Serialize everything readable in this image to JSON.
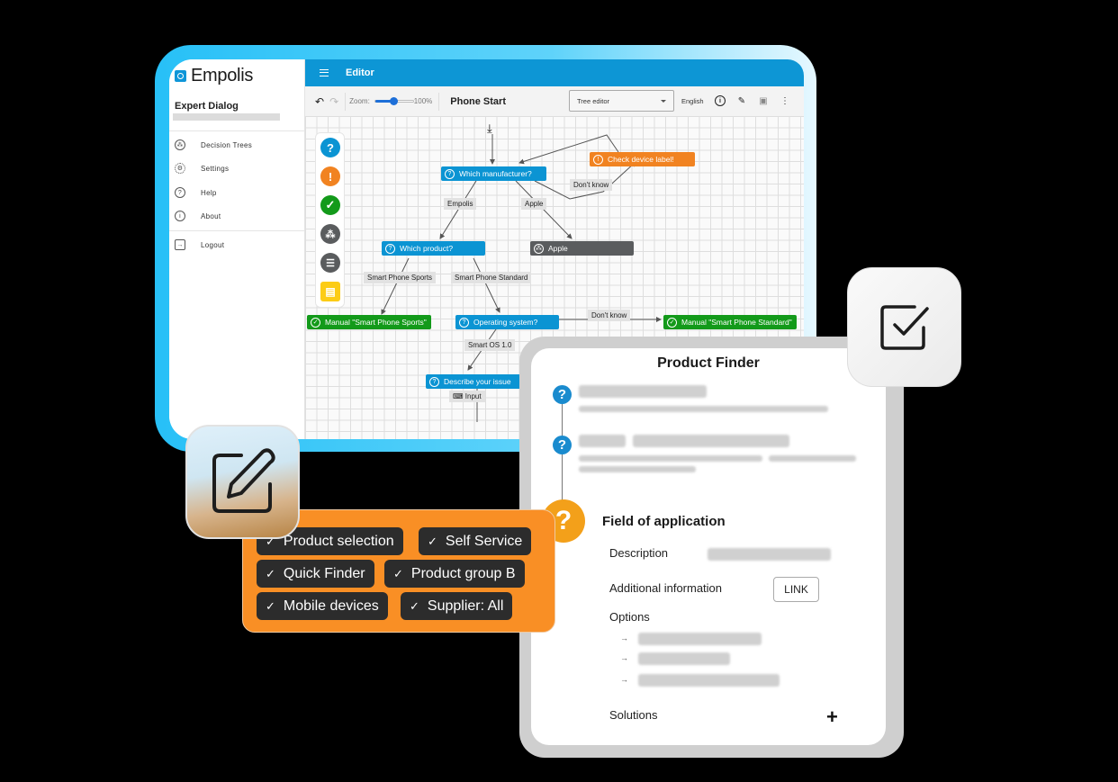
{
  "app": {
    "brand": "Empolis",
    "section_title": "Expert Dialog",
    "appbar_title": "Editor"
  },
  "sidebar": {
    "items": [
      {
        "label": "Decision Trees",
        "icon": "decision-tree-icon"
      },
      {
        "label": "Settings",
        "icon": "gear-icon"
      },
      {
        "label": "Help",
        "icon": "help-icon"
      },
      {
        "label": "About",
        "icon": "info-icon"
      },
      {
        "label": "Logout",
        "icon": "logout-icon"
      }
    ]
  },
  "toolbar": {
    "undo_icon": "↶",
    "redo_icon": "↷",
    "zoom_label": "Zoom:",
    "zoom_value": "100%",
    "tree_name": "Phone Start",
    "editor_mode": "Tree editor",
    "language": "English",
    "info_icon": "i",
    "edit_icon": "✎",
    "save_icon": "▣",
    "more_icon": "⋮"
  },
  "palette": {
    "items": [
      {
        "name": "question",
        "glyph": "?",
        "color": "#0b94d3"
      },
      {
        "name": "warning",
        "glyph": "!",
        "color": "#f18321"
      },
      {
        "name": "solution",
        "glyph": "✓",
        "color": "#139a1a"
      },
      {
        "name": "subtree",
        "glyph": "⁂",
        "color": "#5a5c5e"
      },
      {
        "name": "table",
        "glyph": "☰",
        "color": "#5a5c5e"
      },
      {
        "name": "note",
        "glyph": "▤",
        "color": "#fccc16"
      }
    ]
  },
  "tree": {
    "start_icon": "⤓",
    "nodes": {
      "which_manufacturer": "Which manufacturer?",
      "check_device_label": "Check device label!",
      "which_product": "Which product?",
      "apple": "Apple",
      "manual_sports": "Manual \"Smart Phone Sports\"",
      "operating_system": "Operating system?",
      "manual_standard": "Manual \"Smart Phone Standard\"",
      "describe_issue": "Describe your issue"
    },
    "edges": {
      "dont_know_1": "Don't know",
      "empolis": "Empolis",
      "apple": "Apple",
      "smart_phone_sports": "Smart Phone Sports",
      "smart_phone_standard": "Smart Phone Standard",
      "dont_know_2": "Don't know",
      "smart_os": "Smart OS 1.0",
      "input": "Input"
    },
    "colors": {
      "question": "#0b94d3",
      "warning": "#f18321",
      "solution": "#139a1a",
      "subtree": "#5a5c5e"
    }
  },
  "product_finder": {
    "title": "Product Finder",
    "step_glyph": "?",
    "field_title": "Field of application",
    "description_label": "Description",
    "additional_info_label": "Additional information",
    "link_button": "LINK",
    "options_label": "Options",
    "option_arrow": "→",
    "solutions_label": "Solutions",
    "add_icon": "+"
  },
  "tags": [
    {
      "label": "Product selection"
    },
    {
      "label": "Self Service"
    },
    {
      "label": "Quick Finder"
    },
    {
      "label": "Product group B"
    },
    {
      "label": "Mobile devices"
    },
    {
      "label": "Supplier: All"
    }
  ],
  "tag_check_glyph": "✓",
  "accent_colors": {
    "appbar": "#0d96d5",
    "tablet_frame": "#27c0f7",
    "tags_panel": "#f98f25",
    "field_dot": "#f3a01a"
  }
}
